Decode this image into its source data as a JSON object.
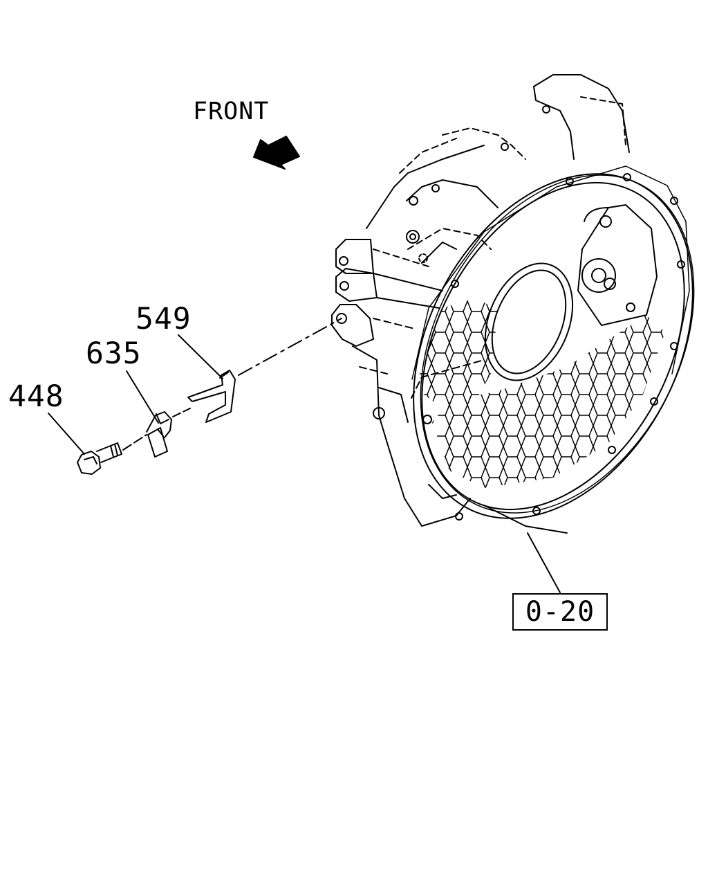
{
  "direction": {
    "label": "FRONT"
  },
  "parts": [
    {
      "number": "549"
    },
    {
      "number": "635"
    },
    {
      "number": "448"
    }
  ],
  "reference": {
    "label": "0-20"
  },
  "colors": {
    "ink": "#000000",
    "paper": "#ffffff"
  }
}
